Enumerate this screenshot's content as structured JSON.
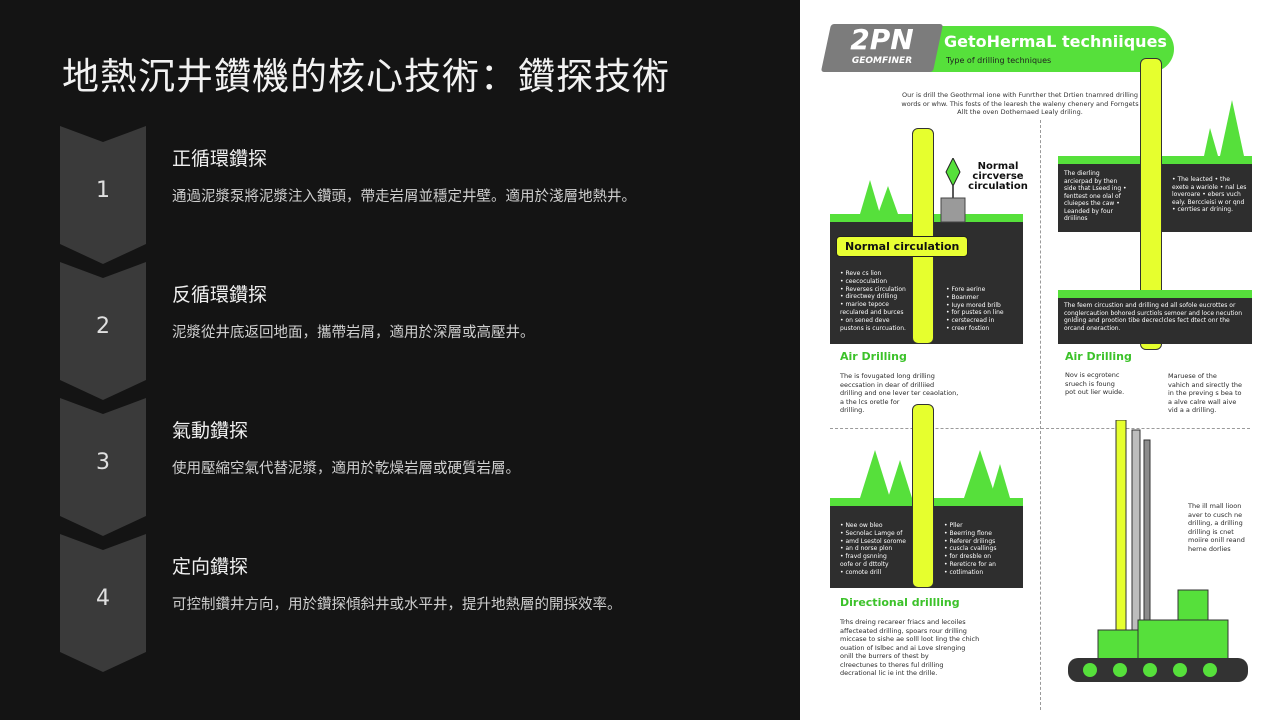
{
  "slide": {
    "title": "地熱沉井鑽機的核心技術：鑽探技術"
  },
  "steps": [
    {
      "num": "1",
      "title": "正循環鑽探",
      "desc": "通過泥漿泵將泥漿注入鑽頭，帶走岩屑並穩定井壁。適用於淺層地熱井。"
    },
    {
      "num": "2",
      "title": "反循環鑽探",
      "desc": "泥漿從井底返回地面，攜帶岩屑，適用於深層或高壓井。"
    },
    {
      "num": "3",
      "title": "氣動鑽探",
      "desc": "使用壓縮空氣代替泥漿，適用於乾燥岩層或硬質岩層。"
    },
    {
      "num": "4",
      "title": "定向鑽探",
      "desc": "可控制鑽井方向，用於鑽探傾斜井或水平井，提升地熱層的開採效率。"
    }
  ],
  "infographic": {
    "logo_main": "2PN",
    "logo_sub": "GEOMFINER",
    "banner_title": "GetoHermaL techniiques",
    "banner_sub": "Type of drilling techniques",
    "intro": "Our is drill the Geothrmal ione with Funrther thet Drtien tnarnred drilling words or whw. This fosts of the learesh the waleny chenery and Forngets Allt the oven Dothernaed Lealy driling.",
    "callout_normal_reverse": "Normal circverse circulation",
    "label_normal_circulation": "Normal circulation",
    "top_right_text_left": "The dierling arcierpad by then side that Lseed ing • fenttest one olal of cluiepes the caw • Leanded by four driilinos",
    "top_right_text_right": "• The leacted • the exete a wariole • nal Les loveroare • ebers vuch ealy. Berccieisi  w or qnd • cerrties ar drining.",
    "bullets_left_a": "• Reve cs lion\n• ceecoculation\n• Reverses circulation\n• directwey drilling\n• marioe tepoce\n  reculared and burces\n• on sened deve\n  pustons is curcuation.",
    "bullets_left_b": "• Fore aerine\n• Boanmer\n• Iuye mored brilb\n• for pustes on line\n• cerstecread in\n• creer fostion",
    "mid_right_text": "The feem circustion and drilling ed all sofole eucrottes or conglercaution bohored surctiols semoer and loce necution gnlding and prootion tibe decreclcles fect dtect onr the orcand oneraction.",
    "air_drilling_left_title": "Air Drilling",
    "air_drilling_left_text": "The is fovugated long drilling\neeccsation in dear of drilliied\ndrilling and one lever ter ceaolation,\na the lcs oretle for\n  drilling.",
    "air_drilling_right_title": "Air Drilling",
    "air_drilling_right_text_a": "Nov is ecgrotenc\nsruech is foung\npot out lier wuide.",
    "air_drilling_right_text_b": "Maruese of the\nvahich and sirectly the\nin the preving s bea to\na alve calre wall aive\nvid a a drilling.",
    "bullets_bottom_a": "• Nee ow bleo\n• Secnolac Lamge of\n• amd Lsestol sorome\n• an d norse plon\n• fravd gsnning\n  oofe or d dttolty\n• comote drill",
    "bullets_bottom_b": "• Pller\n• Beerring flone\n• Referer drilings\n• cuscla cvallings\n• for dresble on\n• Rereticre for an\n• cotlimation",
    "rig_text": "The ill mall lioon\naver to cusch ne\ndrilling, a drilling\ndrilling is cnet\nmoiire onill reand\nherne dorlies",
    "directional_title": "Directional drillling",
    "directional_text": "Trhs dreing recareer friacs and lecoiles\naffecteated drilling, spoars rour drilling\nmiccase to sishe ae solll loot ling the chich\nouation of Islbec and ai Love slrenging\nonill the burrers of thest by\nclreectunes to theres ful drilling\ndecrational lic ie int the drille."
  },
  "colors": {
    "slide_bg": "#141414",
    "chevron": "#3a3a3a",
    "accent_green": "#56e03b",
    "accent_yellow": "#e6ff2e",
    "dark_ground": "#2e2e2e"
  }
}
